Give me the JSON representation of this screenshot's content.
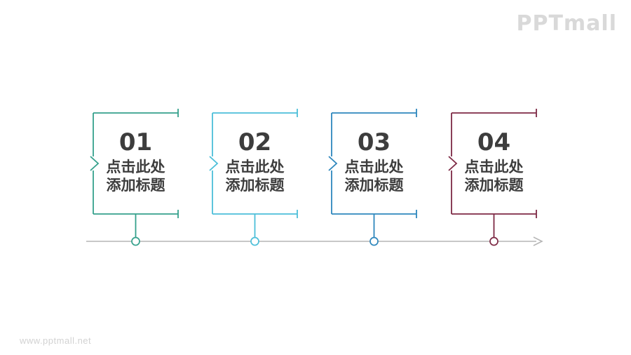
{
  "brand": {
    "logo_text": "PPTmall",
    "logo_color": "#D9D9D9",
    "watermark_text": "www.pptmall.net",
    "watermark_color": "#D2D2D2"
  },
  "steps": [
    {
      "number": "01",
      "title_lines": [
        "点击此处",
        "添加标题"
      ],
      "color": "#35A18C"
    },
    {
      "number": "02",
      "title_lines": [
        "点击此处",
        "添加标题"
      ],
      "color": "#4CBFD9"
    },
    {
      "number": "03",
      "title_lines": [
        "点击此处",
        "添加标题"
      ],
      "color": "#2E87BD"
    },
    {
      "number": "04",
      "title_lines": [
        "点击此处",
        "添加标题"
      ],
      "color": "#7E2A45"
    }
  ],
  "timeline": {
    "color": "#B5B5B5"
  },
  "text_color": "#3D3D3D"
}
